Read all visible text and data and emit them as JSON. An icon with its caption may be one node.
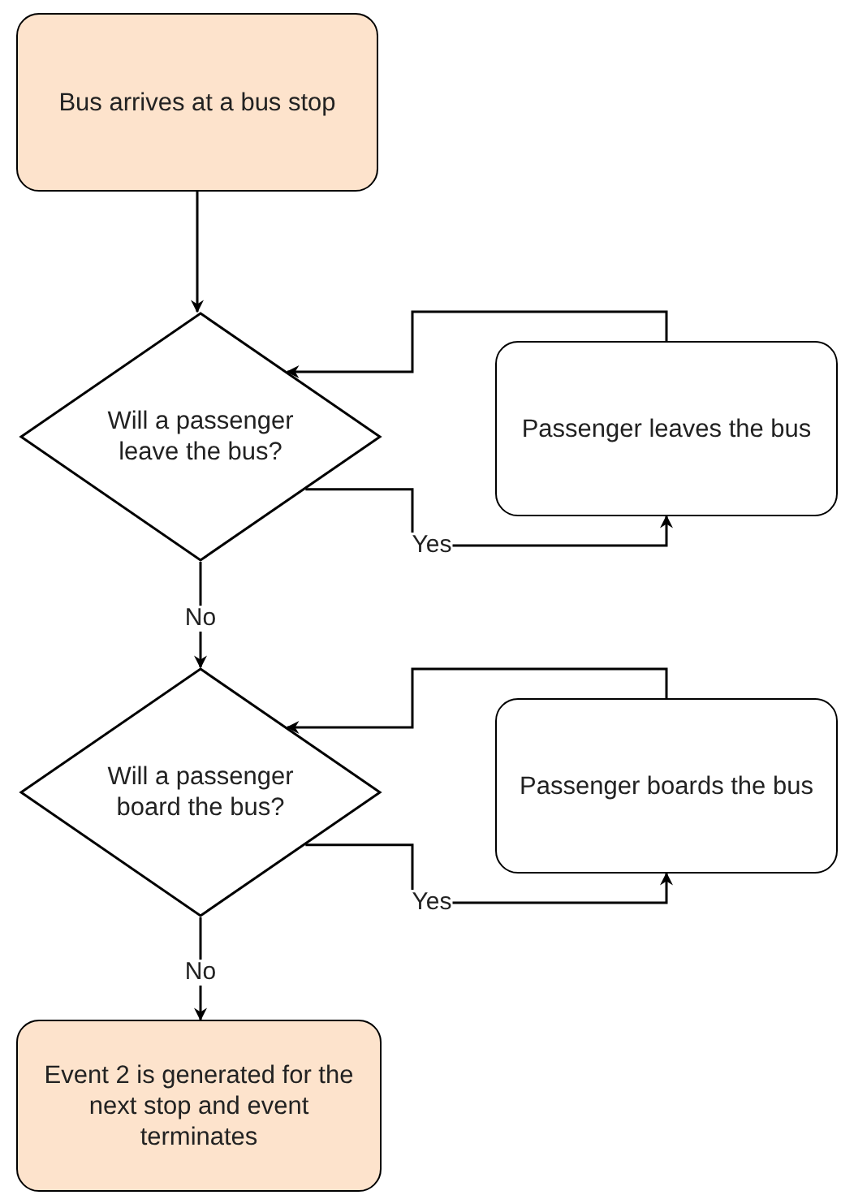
{
  "diagram": {
    "nodes": [
      {
        "text": [
          "Bus arrives at a bus stop"
        ]
      },
      {
        "text": [
          "Will a passenger leave the bus?"
        ]
      },
      {
        "text": [
          "Passenger leaves the bus"
        ]
      },
      {
        "text": [
          "Will a passenger board the bus?"
        ]
      },
      {
        "text": [
          "Passenger boards the bus"
        ]
      },
      {
        "text": [
          "Event 2 is generated for the next stop and event terminates"
        ]
      }
    ],
    "edges": [
      {
        "from": 0,
        "to": 1,
        "arrow": "to"
      },
      {
        "from": 1,
        "to": 2,
        "arrow": "to",
        "label": "Yes"
      },
      {
        "from": 2,
        "to": 1,
        "arrow": "to"
      },
      {
        "from": 1,
        "to": 3,
        "arrow": "to",
        "label": "No"
      },
      {
        "from": 3,
        "to": 4,
        "arrow": "to",
        "label": "Yes"
      },
      {
        "from": 4,
        "to": 3,
        "arrow": "to"
      },
      {
        "from": 3,
        "to": 5,
        "arrow": "to",
        "label": "No"
      }
    ]
  }
}
